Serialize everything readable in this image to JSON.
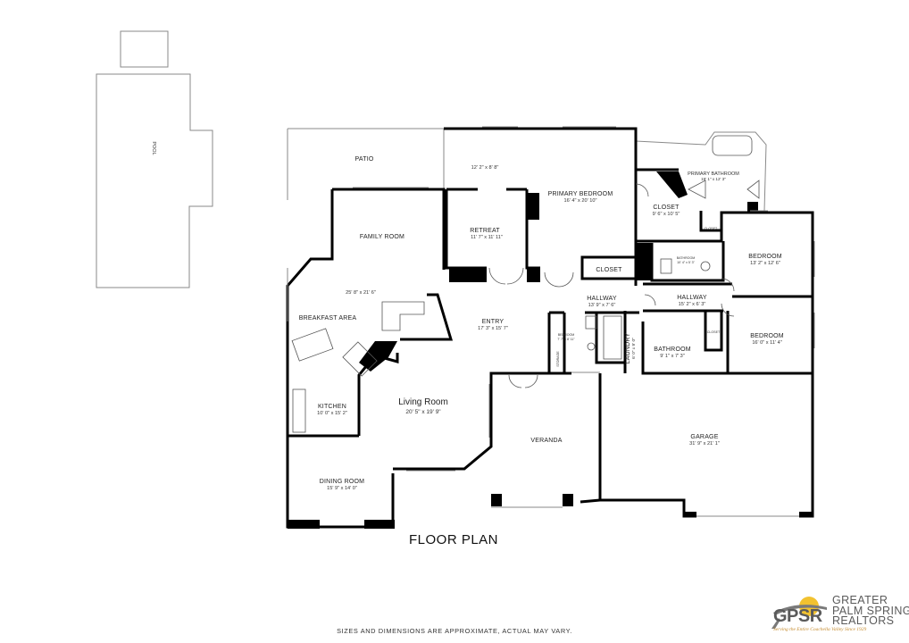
{
  "rooms": {
    "pool": {
      "name": "POOL"
    },
    "patio": {
      "name": "PATIO"
    },
    "family_room": {
      "name": "FAMILY ROOM",
      "dims": "25' 8\" x 21' 6\""
    },
    "breakfast_area": {
      "name": "BREAKFAST AREA"
    },
    "kitchen": {
      "name": "KITCHEN",
      "dims": "10' 0\" x 15' 2\""
    },
    "dining_room": {
      "name": "DINING ROOM",
      "dims": "15' 9\" x 14' 0\""
    },
    "living_room": {
      "name": "Living Room",
      "dims": "20' 5\" x 19' 9\""
    },
    "retreat": {
      "name": "RETREAT",
      "dims": "11' 7\" x 11' 11\""
    },
    "alcove": {
      "dims": "12' 2\" x 8' 8\""
    },
    "primary_bedroom": {
      "name": "PRIMARY BEDROOM",
      "dims": "16' 4\" x 20' 10\""
    },
    "primary_bathroom": {
      "name": "PRIMARY BATHROOM",
      "dims": "19' 1\" x 12' 3\""
    },
    "closet_main": {
      "name": "CLOSET",
      "dims": "9' 6\" x 10' 5\""
    },
    "closet_hall": {
      "name": "CLOSET"
    },
    "closet_small_1": {
      "name": "CLOSET"
    },
    "closet_small_2": {
      "name": "CLOSET"
    },
    "bathroom_small": {
      "name": "BATHROOM",
      "dims": "10' 4\" x 5' 3\""
    },
    "entry": {
      "name": "ENTRY",
      "dims": "17' 3\" x 15' 7\""
    },
    "hallway_1": {
      "name": "HALLWAY",
      "dims": "13' 9\" x 7' 6\""
    },
    "hallway_2": {
      "name": "HALLWAY",
      "dims": "15' 2\" x 6' 3\""
    },
    "bedroom_1": {
      "name": "BEDROOM",
      "dims": "13' 2\" x 12' 6\""
    },
    "bedroom_2": {
      "name": "BEDROOM",
      "dims": "16' 0\" x 11' 4\""
    },
    "bedroom_small": {
      "name": "BEDROOM",
      "dims": "7' 7\" x 8' 11\""
    },
    "storage": {
      "name": "STORAGE"
    },
    "bathroom": {
      "name": "BATHROOM",
      "dims": "9' 1\" x 7' 3\""
    },
    "laundry": {
      "name": "LAUNDRY",
      "dims": "6' 0\" x 9' 0\""
    },
    "veranda": {
      "name": "VERANDA"
    },
    "garage": {
      "name": "GARAGE",
      "dims": "31' 9\" x 21' 1\""
    }
  },
  "title": "FLOOR PLAN",
  "disclaimer": "SIZES AND DIMENSIONS ARE APPROXIMATE, ACTUAL MAY VARY.",
  "brand": {
    "abbr": "GPSR",
    "line1": "GREATER",
    "line2": "PALM SPRINGS",
    "line3": "REALTORS",
    "tagline": "Serving the Entire Coachella Valley Since 1929"
  },
  "colors": {
    "wall": "#000000",
    "thin": "#7a7a7a",
    "accent_sun": "#f2c230",
    "brand_gray": "#5a5a5a"
  }
}
